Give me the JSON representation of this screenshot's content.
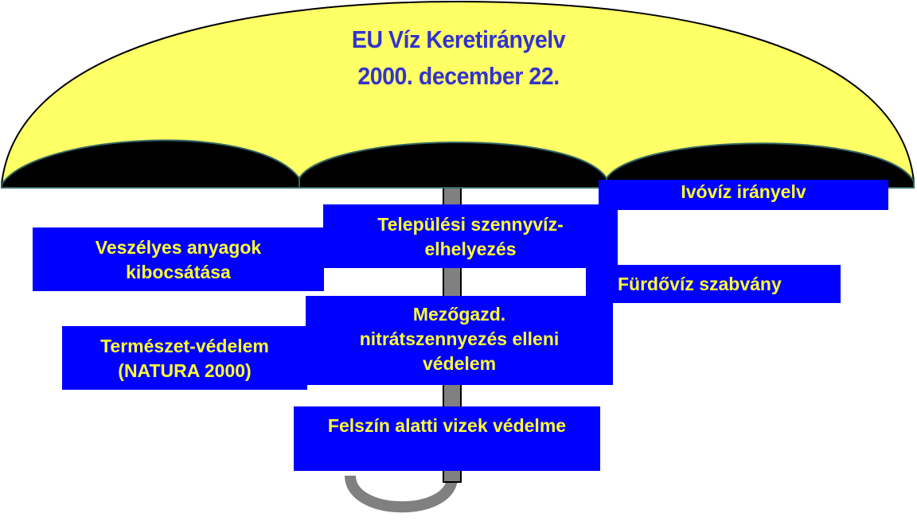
{
  "title": {
    "line1": "EU Víz Keretirányelv",
    "line2": "2000. december 22."
  },
  "boxes": {
    "ivoviz": {
      "lines": [
        "Ivóvíz irányelv"
      ]
    },
    "szennyviz": {
      "lines": [
        "Települési szennyvíz-",
        "elhelyezés"
      ]
    },
    "veszelyes": {
      "lines": [
        "Veszélyes anyagok",
        "kibocsátása"
      ]
    },
    "furdoviz": {
      "lines": [
        "Fürdővíz szabvány"
      ]
    },
    "termeszet": {
      "lines": [
        "Természet-védelem",
        "(NATURA 2000)"
      ]
    },
    "nitrat": {
      "lines": [
        "Mezőgazd.",
        "nitrátszennyezés elleni",
        "védelem"
      ]
    },
    "felszin": {
      "lines": [
        "Felszín alatti vizek védelme"
      ]
    }
  },
  "colors": {
    "canopy": "#ffff66",
    "canopy_shadow": "#000000",
    "shaft": "#808080",
    "box_fill": "#0000ff",
    "box_text": "#ffff33",
    "title_text": "#3333cc"
  }
}
